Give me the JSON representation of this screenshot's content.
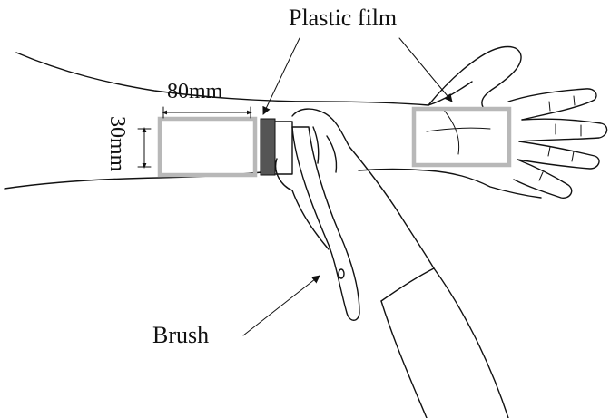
{
  "labels": {
    "plastic_film": "Plastic film",
    "width": "80mm",
    "height": "30mm",
    "brush": "Brush"
  },
  "colors": {
    "line": "#111111",
    "test_zone": "#b8b8b8",
    "film": "#555555"
  }
}
